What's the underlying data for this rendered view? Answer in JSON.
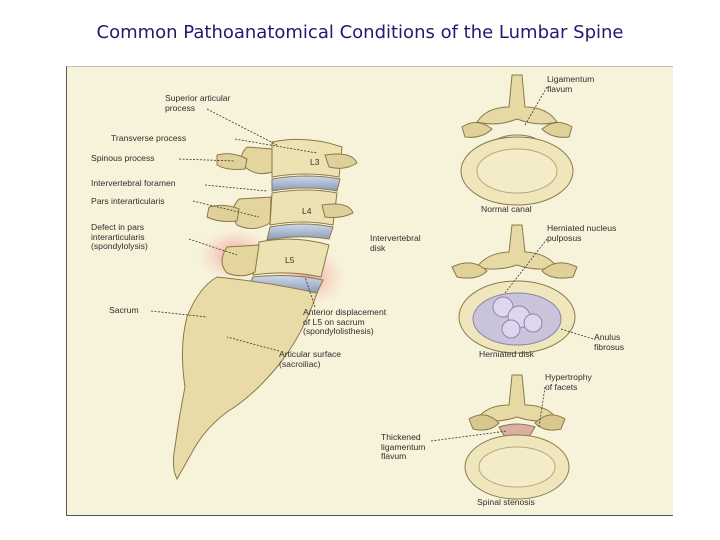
{
  "slide": {
    "title": "Common Pathoanatomical Conditions of the Lumbar Spine"
  },
  "figure": {
    "labels": {
      "superior_articular": "Superior articular\nprocess",
      "transverse": "Transverse process",
      "spinous": "Spinous process",
      "foramen": "Intervertebral foramen",
      "pars": "Pars interarticularis",
      "defect": "Defect in pars\ninterarticularis\n(spondylolysis)",
      "disk": "Intervertebral\ndisk",
      "sacrum": "Sacrum",
      "anterior": "Anterior displacement\nof L5 on sacrum\n(spondylolisthesis)",
      "articular_surface": "Articular surface\n(sacroiliac)",
      "ligamentum": "Ligamentum\nflavum",
      "normal_canal": "Normal canal",
      "herniated_nucleus": "Herniated nucleus\npulposus",
      "herniated_disk": "Herniated disk",
      "anulus": "Anulus\nfibrosus",
      "hypertrophy": "Hypertrophy\nof facets",
      "thickened": "Thickened\nligamentum\nflavum",
      "stenosis": "Spinal stenosis"
    },
    "levels": {
      "l3": "L3",
      "l4": "L4",
      "l5": "L5"
    }
  }
}
